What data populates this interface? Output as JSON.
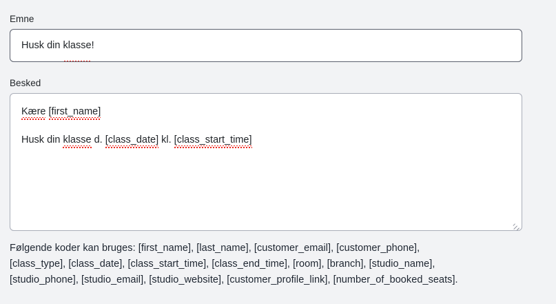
{
  "form": {
    "subject": {
      "label": "Emne",
      "value": "Husk din klasse!",
      "value_plain": "Husk din klasse!",
      "spellcheck_words": [
        "klasse"
      ],
      "parts": {
        "p1": "Husk din ",
        "p2": "klasse",
        "p3": "!"
      }
    },
    "message": {
      "label": "Besked",
      "value": "Kære [first_name]\n\nHusk din klasse d. [class_date] kl. [class_start_time]",
      "line1": {
        "greeting": "Kære",
        "space": " ",
        "token": "[first_name]"
      },
      "line2": {
        "a": "Husk din ",
        "b": "klasse",
        "c": " d. ",
        "d": "[class_date]",
        "e": " kl. ",
        "f": "[class_start_time]"
      },
      "spellcheck_words": [
        "Kære",
        "first_name",
        "klasse",
        "class_date",
        "class_start_time"
      ],
      "resize_handle": "resize-grip"
    },
    "helper": {
      "intro": "Følgende koder kan bruges:",
      "line1": "Følgende koder kan bruges: [first_name], [last_name], [customer_email], [customer_phone],",
      "line2": "[class_type], [class_date], [class_start_time], [class_end_time], [room], [branch], [studio_name],",
      "line3": "[studio_phone], [studio_email], [studio_website], [customer_profile_link], [number_of_booked_seats].",
      "codes": [
        "[first_name]",
        "[last_name]",
        "[customer_email]",
        "[customer_phone]",
        "[class_type]",
        "[class_date]",
        "[class_start_time]",
        "[class_end_time]",
        "[room]",
        "[branch]",
        "[studio_name]",
        "[studio_phone]",
        "[studio_email]",
        "[studio_website]",
        "[customer_profile_link]",
        "[number_of_booked_seats]"
      ]
    }
  },
  "colors": {
    "page_background": "#f2f3f5",
    "field_background": "#ffffff",
    "input_border": "#5b606d",
    "textarea_border": "#a9adb8",
    "text": "#212529",
    "spellcheck_underline": "#ee2b22"
  }
}
